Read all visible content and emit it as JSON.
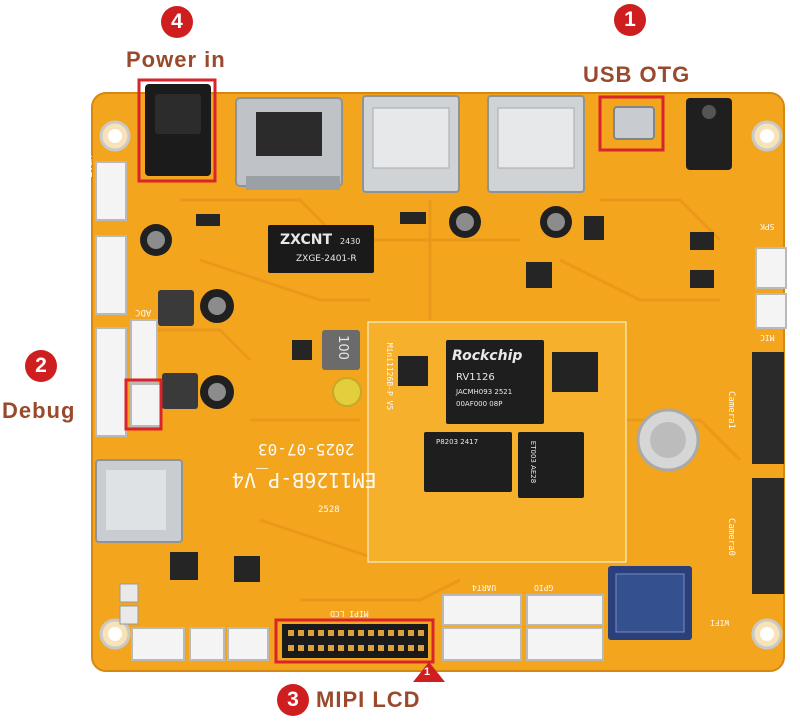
{
  "callouts": {
    "usb_otg": {
      "number": "1",
      "label": "USB OTG"
    },
    "debug": {
      "number": "2",
      "label": "Debug"
    },
    "mipi_lcd": {
      "number": "3",
      "label": "MIPI LCD"
    },
    "power_in": {
      "number": "4",
      "label": "Power in"
    },
    "pin1_marker": "1"
  },
  "board": {
    "model": "EM1126B-P_V4",
    "date": "2025-07-03",
    "serial": "2528",
    "som_label": "Mini1126B-P V5",
    "silkscreen": {
      "vbat": "VBAT+",
      "mipi_lcd": "MIPI LCD",
      "uart4": "UART4",
      "gpio": "GPIO",
      "camera1": "Camera1",
      "camera0": "Camera0",
      "mic": "MIC",
      "spk": "SPK",
      "wifi": "WIFI",
      "adc": "ADC"
    },
    "chips": {
      "ethernet_magnetics": {
        "brand": "ZXCNT",
        "code": "2430",
        "part": "ZXGE-2401-R"
      },
      "soc": {
        "brand": "Rockchip",
        "part": "RV1126",
        "line1": "JACMH093 2521",
        "line2": "00AF000 08P"
      },
      "memory": {
        "part": "P8203 2417"
      },
      "emmc": {
        "part": "ET003 AE28"
      },
      "inductor": "100"
    },
    "colors": {
      "pcb": "#f2a51d",
      "highlight": "#d9242b",
      "label": "#9a4a2c",
      "badge": "#cf1e20"
    }
  }
}
